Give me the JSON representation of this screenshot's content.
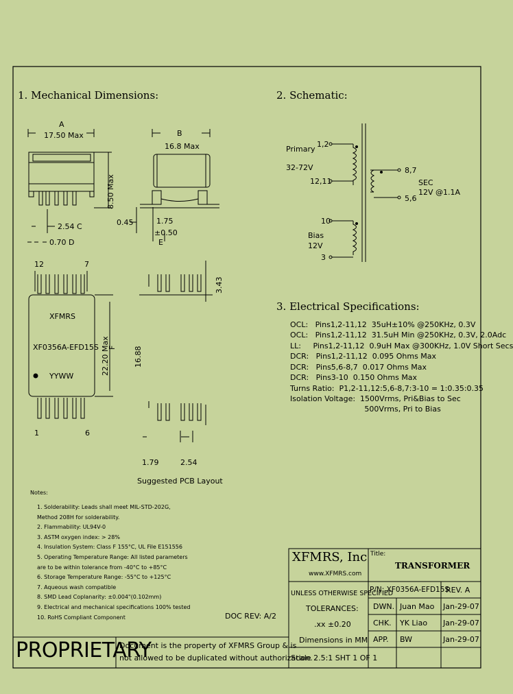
{
  "sections": {
    "mechanical": "1. Mechanical Dimensions:",
    "schematic": "2. Schematic:",
    "electrical": "3. Electrical Specifications:"
  },
  "mechanical": {
    "label_a": "A",
    "dim_a": "17.50 Max",
    "label_b": "B",
    "dim_b": "16.8 Max",
    "dim_height": "8.50 Max",
    "dim_c": "2.54 C",
    "dim_d": "0.70 D",
    "dim_045": "0.45",
    "dim_175": "1.75",
    "dim_050": "±0.50",
    "label_e": "E",
    "pin_12": "12",
    "pin_7": "7",
    "pin_1": "1",
    "pin_6": "6",
    "marking_brand": "XFMRS",
    "marking_part": "XF0356A-EFD15S",
    "marking_date": "YYWW",
    "dim_width": "22.20 Max",
    "label_f": "F"
  },
  "pcb": {
    "dim_343": "3.43",
    "dim_1688": "16.88",
    "dim_179": "1.79",
    "dim_254": "2.54",
    "caption": "Suggested PCB Layout"
  },
  "schematic": {
    "primary_label": "Primary",
    "primary_voltage": "32-72V",
    "pin_12": "1,2",
    "pin_1211": "12,11",
    "pin_87": "8,7",
    "pin_56": "5,6",
    "sec_label": "SEC",
    "sec_rating": "12V @1.1A",
    "pin_10": "10",
    "pin_3": "3",
    "bias_label": "Bias",
    "bias_voltage": "12V"
  },
  "electrical": {
    "lines": [
      "OCL:   Pins1,2-11,12  35uH±10% @250KHz, 0.3V",
      "OCL:   Pins1,2-11,12  31.5uH Min @250KHz, 0.3V, 2.0Adc",
      "LL:     Pins1,2-11,12  0.9uH Max @300KHz, 1.0V Short Secs",
      "DCR:   Pins1,2-11,12  0.095 Ohms Max",
      "DCR:   Pins5,6-8,7  0.017 Ohms Max",
      "DCR:   Pins3-10  0.150 Ohms Max",
      "Turns Ratio:  P1,2-11,12:5,6-8,7:3-10 = 1:0.35:0.35",
      "Isolation Voltage:  1500Vrms, Pri&Bias to Sec",
      "                               500Vrms, Pri to Bias"
    ]
  },
  "notes": {
    "title": "Notes:",
    "items": [
      "1. Solderability: Leads shall meet MIL-STD-202G,",
      "    Method 208H for solderability.",
      "2. Flammability: UL94V-0",
      "3. ASTM oxygen index: > 28%",
      "4. Insulation System: Class F 155°C, UL File E151556",
      "5. Operating Temperature Range: All listed parameters",
      "    are to be within tolerance from -40°C to +85°C",
      "6. Storage Temperature Range: -55°C to +125°C",
      "7. Aqueous wash compatible",
      "8. SMD Lead Coplanarity: ±0.004\"(0.102mm)",
      "9. Electrical and mechanical specifications 100% tested",
      "10. RoHS Compliant Component"
    ]
  },
  "doc_rev": "DOC REV: A/2",
  "title_block": {
    "company": "XFMRS, Inc",
    "website": "www.XFMRS.com",
    "title_label": "Title:",
    "title": "TRANSFORMER",
    "unless": "UNLESS OTHERWISE SPECIFIED",
    "tolerances": "TOLERANCES:",
    "tol_value": ".xx ±0.20",
    "dims_in": "Dimensions in MM",
    "pn": "P/N: XF0356A-EFD15S",
    "rev": "REV. A",
    "dwn_label": "DWN.",
    "dwn_name": "Juan Mao",
    "dwn_date": "Jan-29-07",
    "chk_label": "CHK.",
    "chk_name": "YK Liao",
    "chk_date": "Jan-29-07",
    "app_label": "APP.",
    "app_name": "BW",
    "app_date": "Jan-29-07",
    "scale": "Scale 2.5:1  SHT 1 OF 1"
  },
  "proprietary": {
    "word": "PROPRIETARY",
    "notice_1": "Document is the property of XFMRS Group & is",
    "notice_2": "not allowed to be duplicated without authorization."
  }
}
